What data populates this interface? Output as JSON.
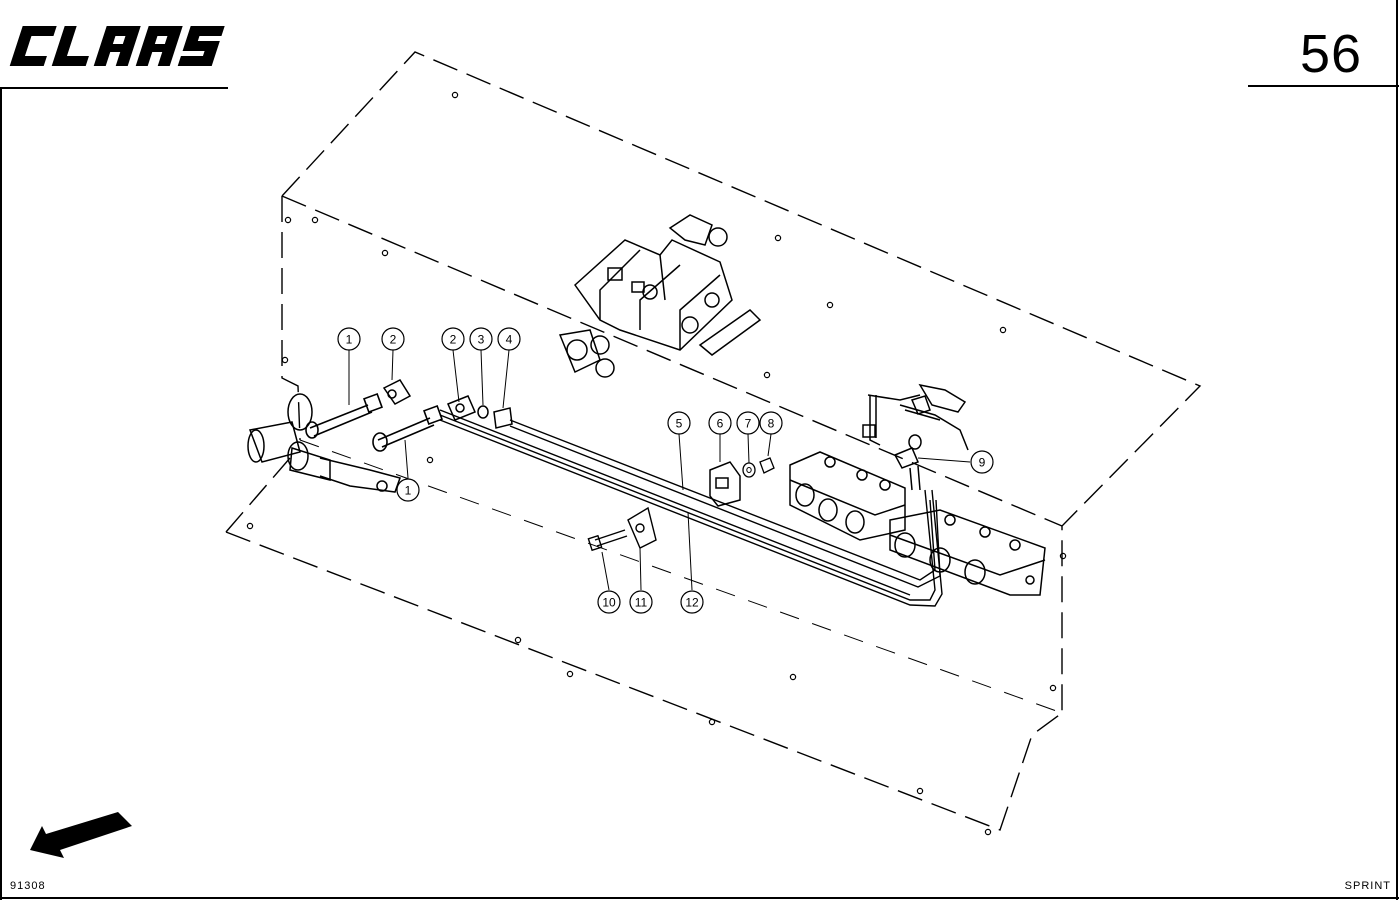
{
  "header": {
    "brand": "CLAAS",
    "page_number": "56"
  },
  "footer": {
    "drawing_number": "91308",
    "model": "SPRINT"
  },
  "callouts": {
    "c1": "1",
    "c2": "2",
    "c3": "3",
    "c4": "4",
    "c5": "5",
    "c6": "6",
    "c7": "7",
    "c8": "8",
    "c9": "9",
    "c10": "10",
    "c11": "11",
    "c12": "12"
  },
  "icons": {
    "brand": "claas-logo",
    "direction": "direction-arrow-icon"
  }
}
